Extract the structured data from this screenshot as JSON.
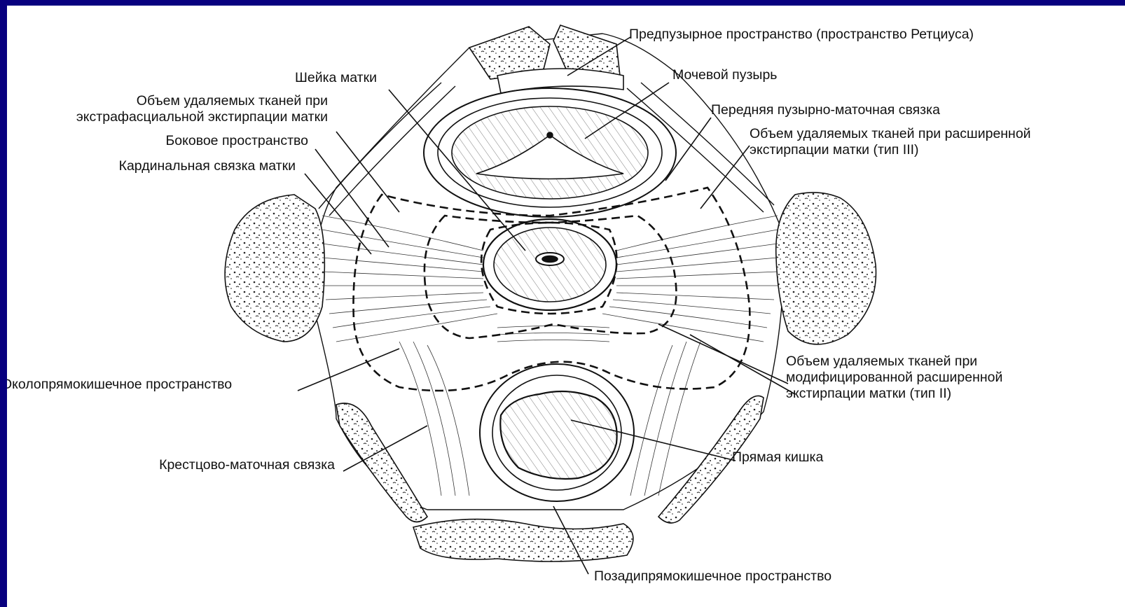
{
  "labels": {
    "retzius_space": "Предпузырное пространство (пространство Ретциуса)",
    "bladder": "Мочевой пузырь",
    "cervix": "Шейка матки",
    "extrafascial_volume": [
      "Объем удаляемых тканей при",
      "экстрафасциальной экстирпации матки"
    ],
    "anterior_vesicouterine_ligament": "Передняя пузырно-маточная связка",
    "type3_volume": [
      "Объем удаляемых тканей при расширенной",
      "экстирпации матки (тип III)"
    ],
    "lateral_space": "Боковое пространство",
    "cardinal_ligament": "Кардинальная связка матки",
    "pararectal_space": "Околопрямокишечное пространство",
    "type2_volume": [
      "Объем удаляемых тканей при",
      "модифицированной расширенной",
      "экстирпации матки (тип II)"
    ],
    "uterosacral_ligament": "Крестцово-маточная связка",
    "rectum": "Прямая кишка",
    "retrorectal_space": "Позадипрямокишечное пространство"
  },
  "colors": {
    "frame": "#08007f",
    "background": "#ffffff",
    "ink": "#111111"
  }
}
